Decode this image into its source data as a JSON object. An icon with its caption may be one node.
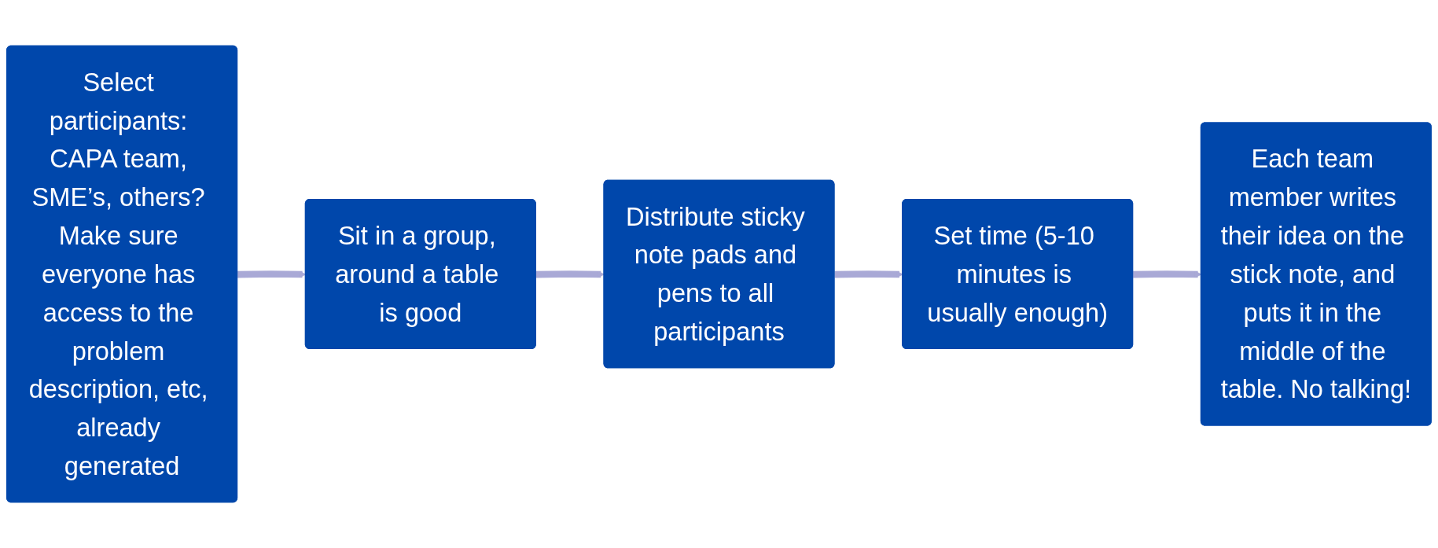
{
  "diagram": {
    "nodes": [
      {
        "text": [
          "Select participants: CAPA team, SME’s, others? Make sure everyone has access to the problem description, etc, already generated"
        ]
      },
      {
        "text": [
          "Sit in a group, around a table is good"
        ]
      },
      {
        "text": [
          "Distribute sticky note pads and pens to all participants"
        ]
      },
      {
        "text": [
          "Set time (5-10 minutes is usually enough)"
        ]
      },
      {
        "text": [
          "Each team member writes their idea on the stick note, and puts it in the middle of the table. No talking!"
        ]
      }
    ],
    "edges": [
      {
        "from": 0,
        "to": 1,
        "arrow": "to"
      },
      {
        "from": 1,
        "to": 2,
        "arrow": "to"
      },
      {
        "from": 2,
        "to": 3,
        "arrow": "to"
      },
      {
        "from": 3,
        "to": 4,
        "arrow": "to"
      }
    ]
  }
}
